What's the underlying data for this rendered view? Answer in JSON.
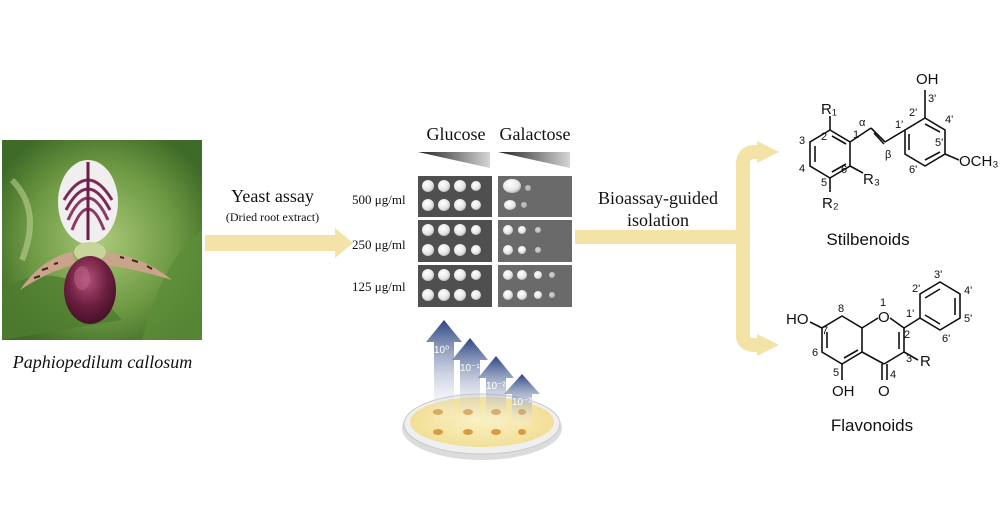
{
  "plant": {
    "species": "Paphiopedilum callosum"
  },
  "yeast_assay": {
    "title": "Yeast assay",
    "subtitle": "(Dried root extract)"
  },
  "plates": {
    "headers": [
      "Glucose",
      "Galactose"
    ],
    "concentrations": [
      "500 μg/ml",
      "250 μg/ml",
      "125 μg/ml"
    ]
  },
  "dilution": {
    "labels": [
      "10⁰",
      "10⁻¹",
      "10⁻²",
      "10⁻³"
    ]
  },
  "isolation": {
    "line1": "Bioassay-guided",
    "line2": "isolation"
  },
  "stilbenoids": {
    "name": "Stilbenoids",
    "atoms": [
      "OH",
      "OCH₃",
      "R₁",
      "R₂",
      "R₃",
      "α",
      "β"
    ],
    "numbers": [
      "1",
      "2",
      "3",
      "4",
      "5",
      "6",
      "1'",
      "2'",
      "3'",
      "4'",
      "5'",
      "6'"
    ]
  },
  "flavonoids": {
    "name": "Flavonoids",
    "atoms": [
      "HO",
      "OH",
      "O",
      "O",
      "R"
    ],
    "numbers": [
      "1",
      "2",
      "3",
      "4",
      "5",
      "6",
      "7",
      "8",
      "1'",
      "2'",
      "3'",
      "4'",
      "5'",
      "6'"
    ]
  },
  "colors": {
    "arrow": "#f3e3a7",
    "dilution_arrow": "#2f4a8a",
    "agar": "#f6e8a6",
    "colony": "#d7a24a"
  }
}
